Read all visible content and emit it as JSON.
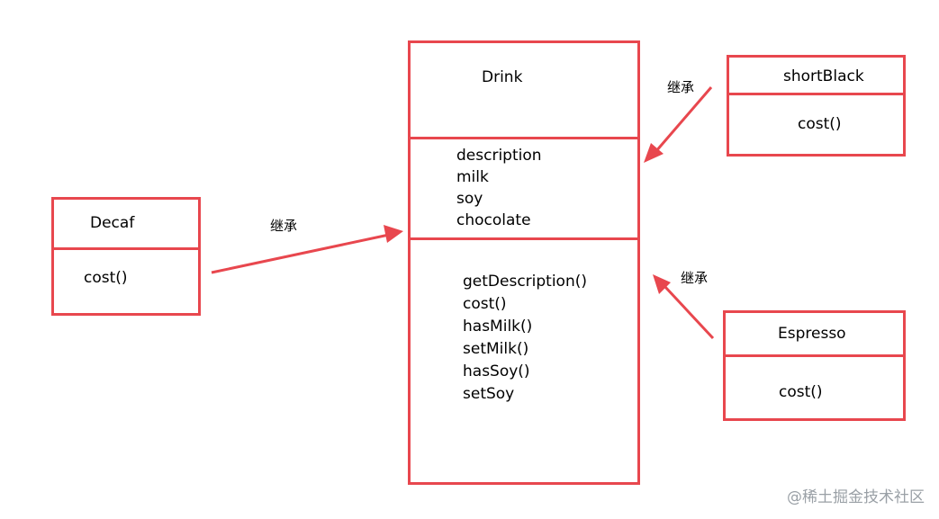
{
  "diagram": {
    "accent_color": "#e8474e",
    "classes": {
      "drink": {
        "name": "Drink",
        "attributes": [
          "description",
          "milk",
          "soy",
          "chocolate"
        ],
        "methods": [
          "getDescription()",
          "cost()",
          "hasMilk()",
          "setMilk()",
          "hasSoy()",
          "setSoy"
        ]
      },
      "decaf": {
        "name": "Decaf",
        "methods": [
          "cost()"
        ]
      },
      "short_black": {
        "name": "shortBlack",
        "methods": [
          "cost()"
        ]
      },
      "espresso": {
        "name": "Espresso",
        "methods": [
          "cost()"
        ]
      }
    },
    "relations": [
      {
        "from": "decaf",
        "to": "drink",
        "label": "继承"
      },
      {
        "from": "short_black",
        "to": "drink",
        "label": "继承"
      },
      {
        "from": "espresso",
        "to": "drink",
        "label": "继承"
      }
    ]
  },
  "watermark": "@稀土掘金技术社区"
}
